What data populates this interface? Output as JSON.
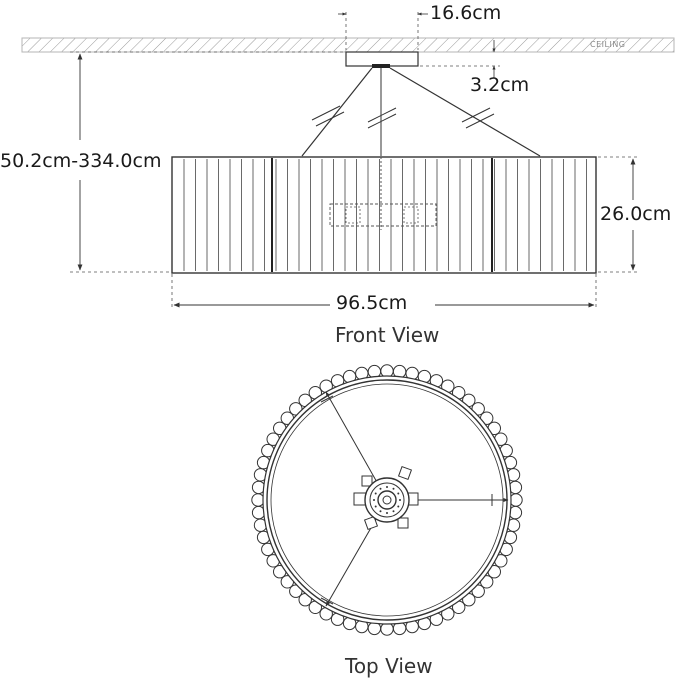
{
  "ceiling": {
    "label": "CEILING"
  },
  "dimensions": {
    "canopy_width": "16.6cm",
    "canopy_height": "3.2cm",
    "overall_height": "50.2cm-334.0cm",
    "shade_height": "26.0cm",
    "shade_diameter": "96.5cm"
  },
  "views": {
    "front": "Front View",
    "top": "Top View"
  },
  "colors": {
    "line": "#333333",
    "dim_line": "#444444",
    "hatch": "#9a9a9a"
  }
}
